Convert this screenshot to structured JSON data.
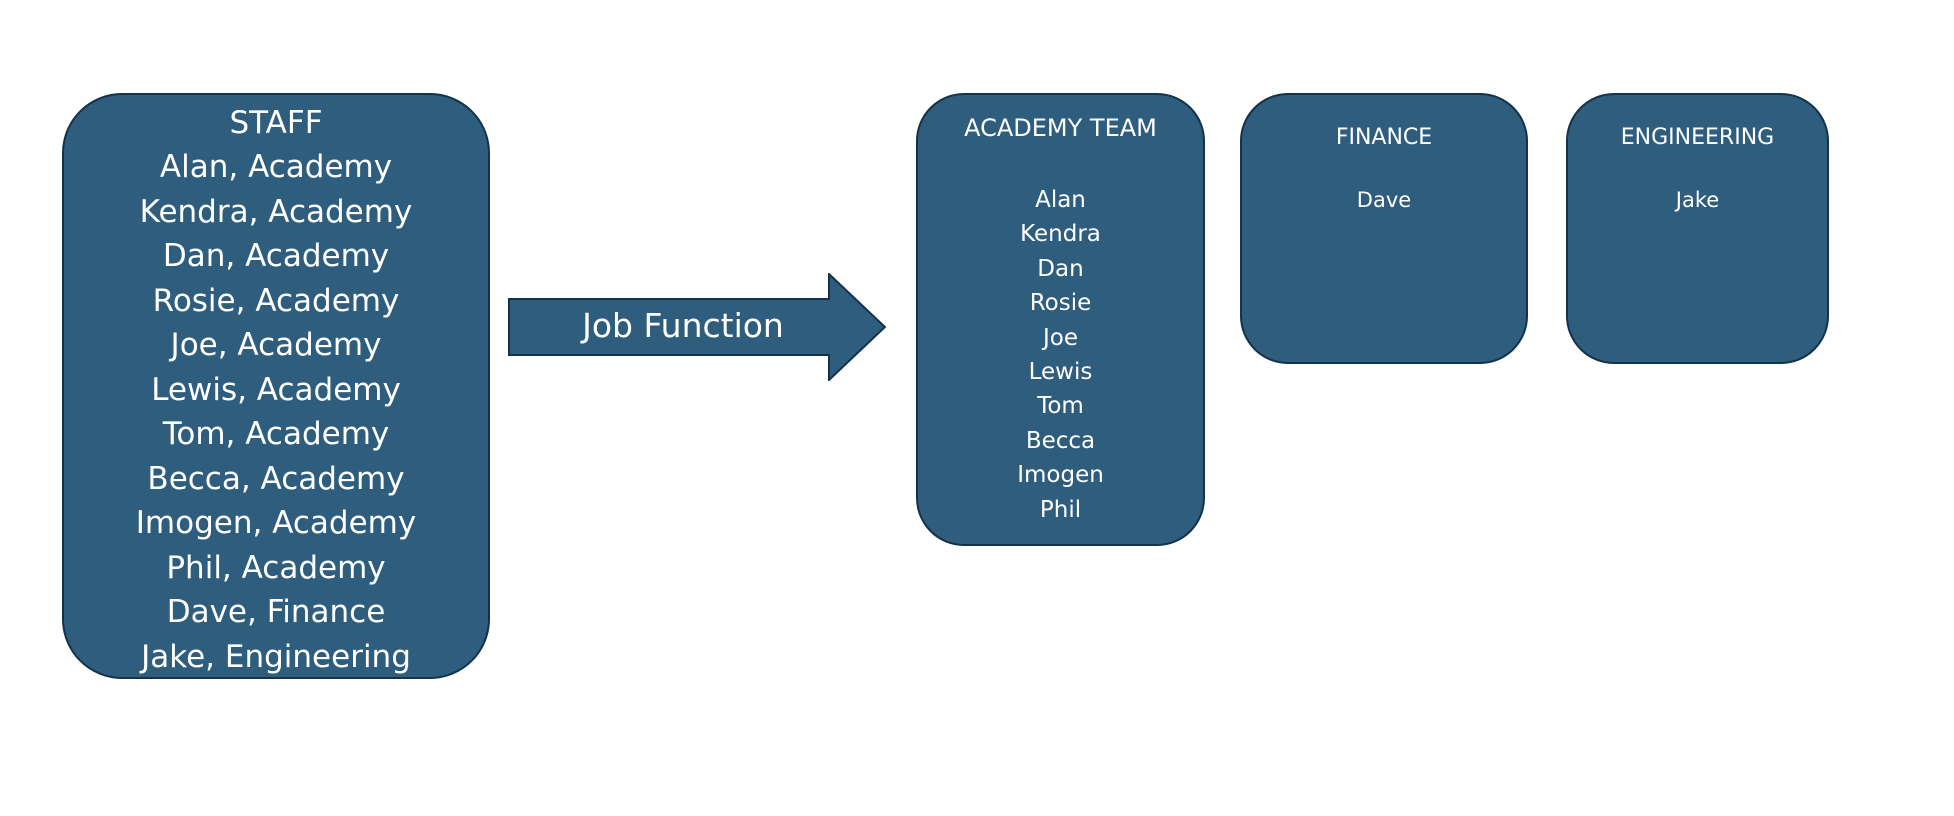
{
  "staff": {
    "title": "STAFF",
    "items": [
      "Alan, Academy",
      "Kendra, Academy",
      "Dan, Academy",
      "Rosie, Academy",
      "Joe, Academy",
      "Lewis, Academy",
      "Tom, Academy",
      "Becca, Academy",
      "Imogen, Academy",
      "Phil, Academy",
      "Dave, Finance",
      "Jake, Engineering"
    ]
  },
  "arrow": {
    "label": "Job Function"
  },
  "teams": {
    "academy": {
      "title": "ACADEMY TEAM",
      "members": [
        "Alan",
        "Kendra",
        "Dan",
        "Rosie",
        "Joe",
        "Lewis",
        "Tom",
        "Becca",
        "Imogen",
        "Phil"
      ]
    },
    "finance": {
      "title": "FINANCE",
      "members": [
        "Dave"
      ]
    },
    "engineering": {
      "title": "ENGINEERING",
      "members": [
        "Jake"
      ]
    }
  },
  "colors": {
    "box_fill": "#2e5d7e",
    "box_border": "#14324a",
    "text": "#ffffff",
    "background": "#ffffff"
  }
}
